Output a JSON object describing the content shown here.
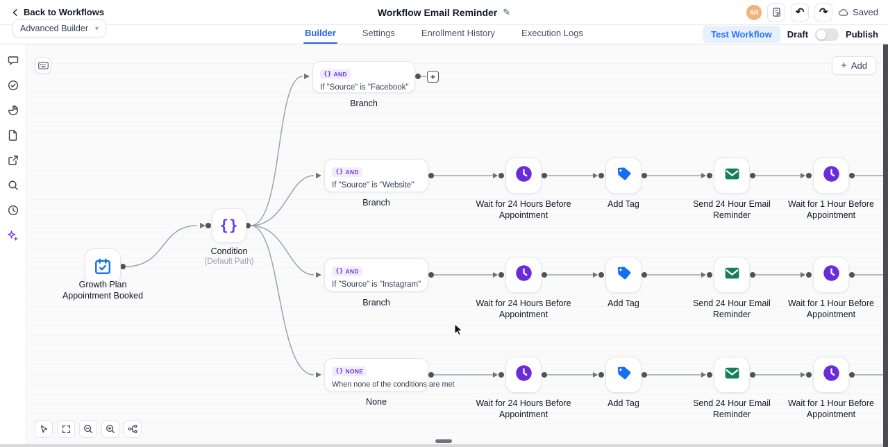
{
  "header": {
    "back_label": "Back to Workflows",
    "title": "Workflow Email Reminder",
    "avatar_initials": "AR",
    "saved_label": "Saved"
  },
  "toolbar": {
    "builder_mode": "Advanced Builder",
    "tabs": [
      {
        "label": "Builder"
      },
      {
        "label": "Settings"
      },
      {
        "label": "Enrollment History"
      },
      {
        "label": "Execution Logs"
      }
    ],
    "active_tab": "Builder",
    "test_workflow_label": "Test Workflow",
    "draft_label": "Draft",
    "publish_label": "Publish"
  },
  "canvas": {
    "add_button_label": "Add",
    "badge_icon": "{}",
    "trigger": {
      "label_line1": "Growth Plan",
      "label_line2": "Appointment Booked"
    },
    "condition": {
      "icon_glyph": "{}",
      "label": "Condition",
      "sublabel": "(Default Path)"
    },
    "branches": [
      {
        "badge": "AND",
        "text": "If \"Source\" is \"Facebook\"",
        "label": "Branch"
      },
      {
        "badge": "AND",
        "text": "If \"Source\" is \"Website\"",
        "label": "Branch"
      },
      {
        "badge": "AND",
        "text": "If \"Source\" is \"Instagram\"",
        "label": "Branch"
      },
      {
        "badge": "NONE",
        "text": "When none of the conditions are met",
        "label": "None"
      }
    ],
    "actions": [
      {
        "icon": "clock",
        "label_line1": "Wait for 24 Hours Before",
        "label_line2": "Appointment"
      },
      {
        "icon": "tag",
        "label_line1": "Add Tag",
        "label_line2": ""
      },
      {
        "icon": "email",
        "label_line1": "Send 24 Hour Email",
        "label_line2": "Reminder"
      },
      {
        "icon": "clock",
        "label_line1": "Wait for 1 Hour Before",
        "label_line2": "Appointment"
      }
    ]
  },
  "colors": {
    "accent_blue": "#1570EF",
    "tab_blue": "#2563EB",
    "purple": "#6938EF",
    "clock_purple": "#6C2BD9",
    "email_green": "#12805C",
    "connector_gray": "#9ca3af",
    "dot_gray": "#52525b"
  }
}
